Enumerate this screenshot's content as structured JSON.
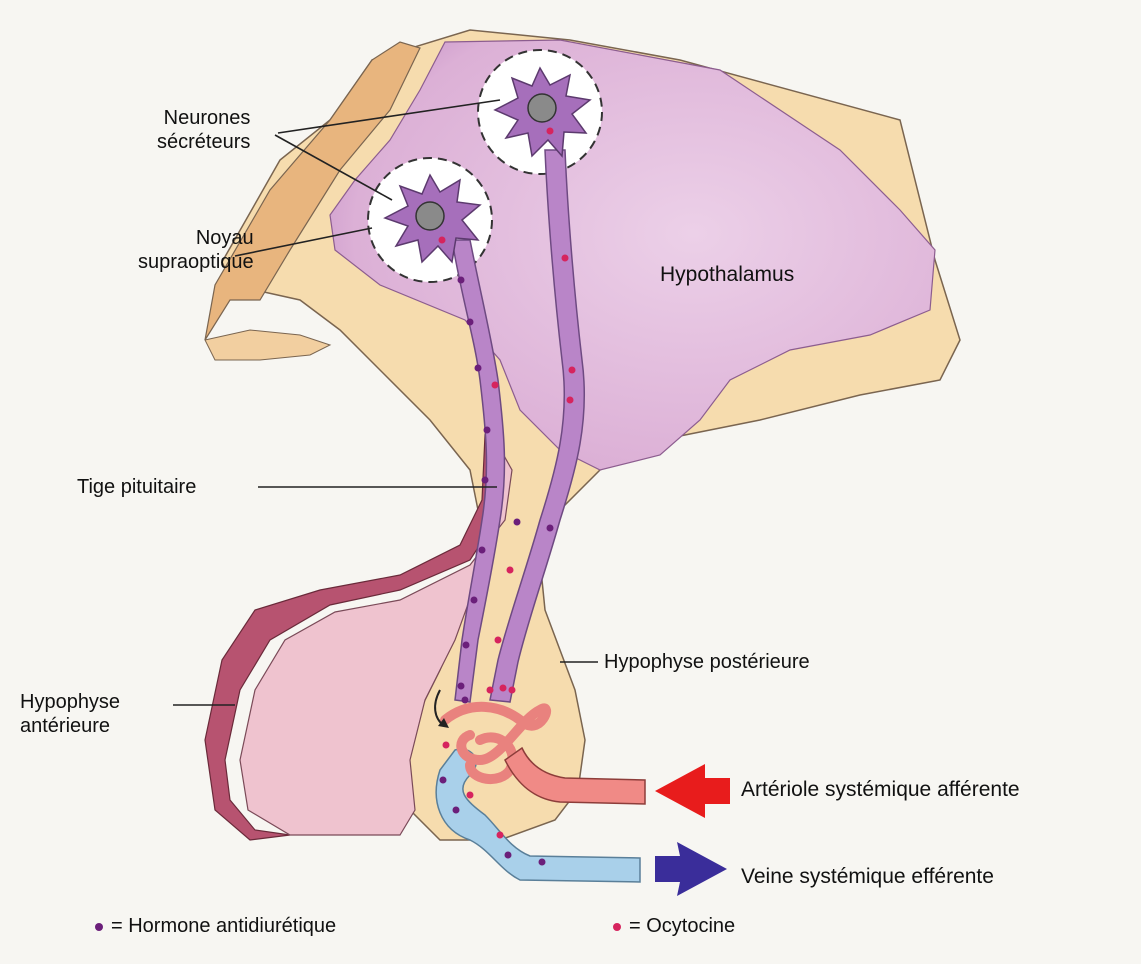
{
  "labels": {
    "neurons": "Neurones\nsécréteurs",
    "nucleus": "Noyau\nsupraoptique",
    "hypothalamus": "Hypothalamus",
    "stalk": "Tige pituitaire",
    "posterior": "Hypophyse postérieure",
    "anterior": "Hypophyse\nantérieure",
    "arteriole": "Artériole systémique afférente",
    "vein": "Veine systémique efférente"
  },
  "legend": [
    {
      "text": "= Hormone antidiurétique",
      "color": "#6b1f7a"
    },
    {
      "text": "= Ocytocine",
      "color": "#d6245e"
    }
  ],
  "colors": {
    "background": "#f7f6f2",
    "tissue": "#f7ddb0",
    "hypothalamus": "#e2b8dc",
    "axon": "#b27ac3",
    "anterior": "#efc0cd",
    "artery": "#f08a86",
    "vein": "#a8cfe8",
    "arrow_in": "#e81c1c",
    "arrow_out": "#3a2d9a"
  }
}
